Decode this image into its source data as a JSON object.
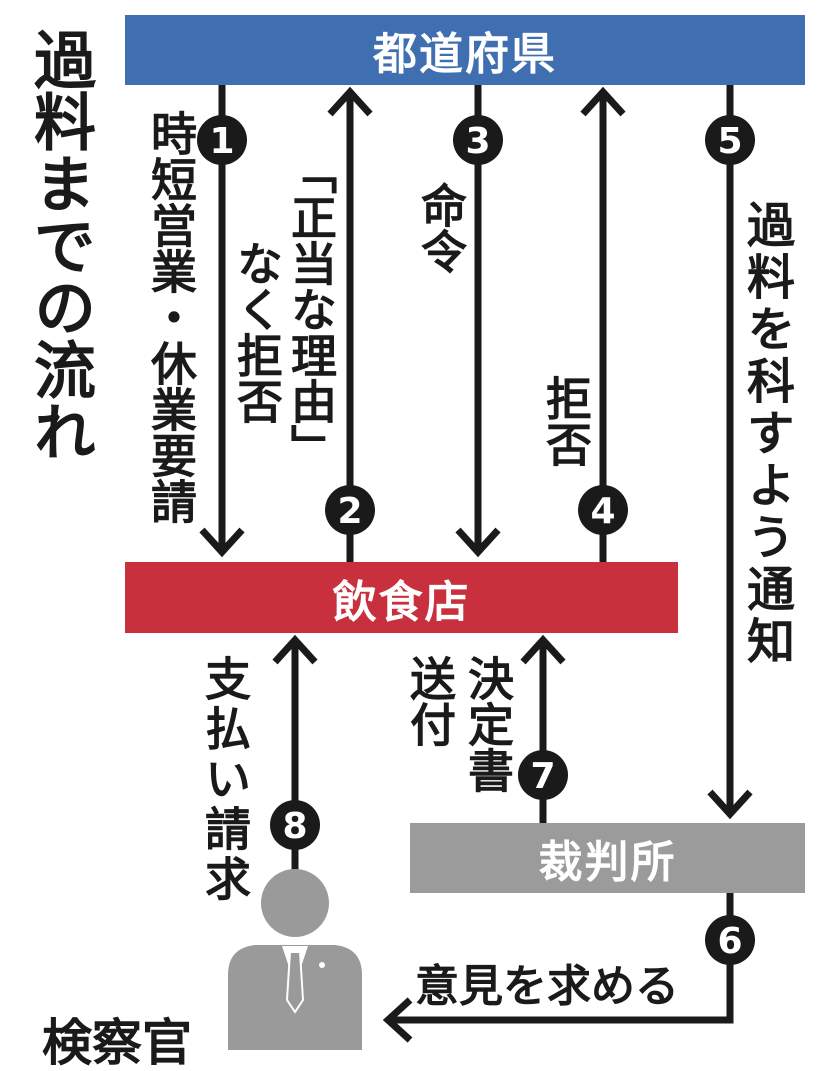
{
  "title": "過料までの流れ",
  "nodes": {
    "prefecture": "都道府県",
    "restaurant": "飲食店",
    "court": "裁判所",
    "prosecutor": "検察官"
  },
  "steps": [
    {
      "num": "1",
      "label": "時短営業・休業要請"
    },
    {
      "num": "2",
      "label_line1": "「正当な理由」",
      "label_line2": "なく拒否"
    },
    {
      "num": "3",
      "label": "命令"
    },
    {
      "num": "4",
      "label": "拒否"
    },
    {
      "num": "5",
      "label": "過料を科すよう通知"
    },
    {
      "num": "6",
      "label": "意見を求める"
    },
    {
      "num": "7",
      "label_line1": "決定書",
      "label_line2": "送付"
    },
    {
      "num": "8",
      "label": "支払い請求"
    }
  ],
  "colors": {
    "prefecture": "#3f6fb0",
    "restaurant": "#c8303e",
    "court": "#9b9b9b",
    "person": "#9a9a9a",
    "line": "#1a1a1a"
  }
}
